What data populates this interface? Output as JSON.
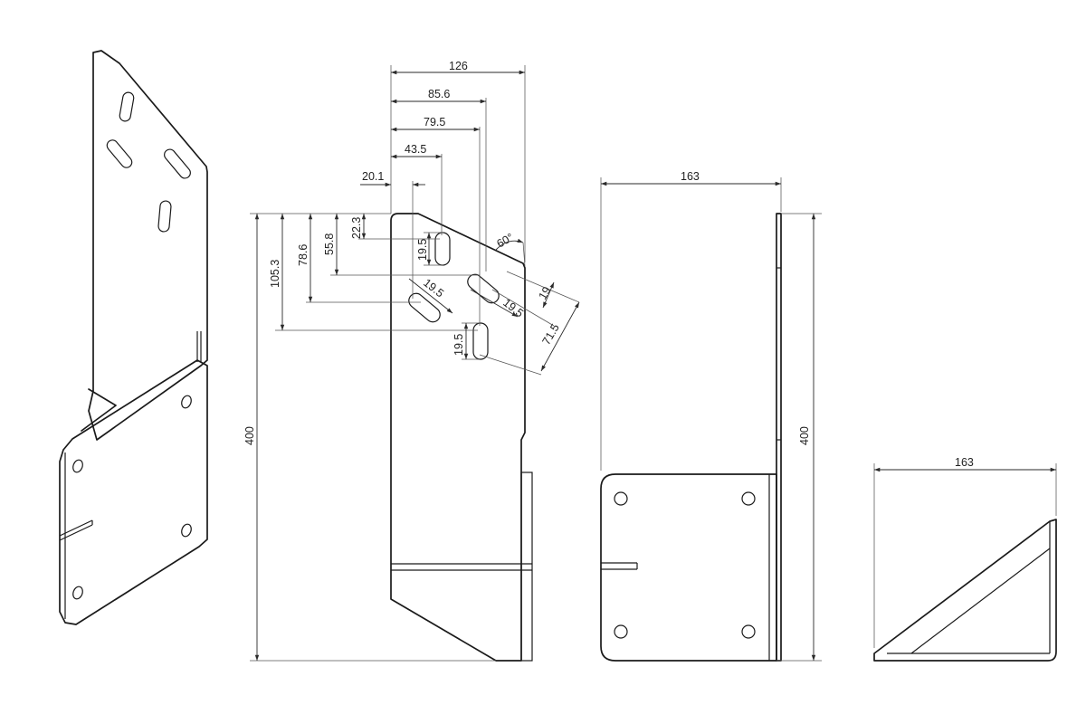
{
  "dimensions": {
    "w126": "126",
    "w85_6": "85.6",
    "w79_5": "79.5",
    "w43_5": "43.5",
    "w20_1": "20.1",
    "h22_3": "22.3",
    "h55_8": "55.8",
    "h78_6": "78.6",
    "h105_3": "105.3",
    "h400_front": "400",
    "slot_19_5_a": "19.5",
    "slot_19_5_b": "19.5",
    "slot_19_5_c": "19.5",
    "slot_19_5_d": "19.5",
    "d19": "19",
    "d71_5": "71.5",
    "angle60": "60°",
    "w163_side": "163",
    "h400_side": "400",
    "w163_top": "163"
  },
  "colors": {
    "line": "#1a1a1a",
    "dimension": "#2a2a2a"
  }
}
